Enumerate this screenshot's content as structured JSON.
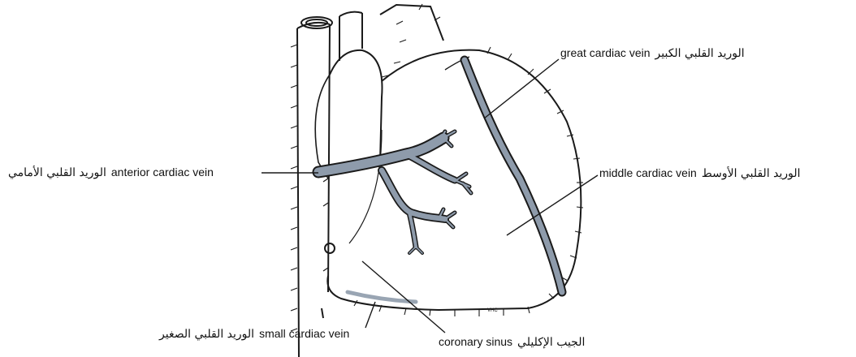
{
  "labels": {
    "great_cardiac_vein": {
      "en": "great cardiac vein",
      "ar": "الوريد القلبي الكبير"
    },
    "anterior_cardiac_vein": {
      "en": "anterior cardiac vein",
      "ar": "الوريد القلبي الأمامي"
    },
    "middle_cardiac_vein": {
      "en": "middle cardiac vein",
      "ar": "الوريد القلبي الأوسط"
    },
    "small_cardiac_vein": {
      "en": "small cardiac vein",
      "ar": "الوريد القلبي الصغير"
    },
    "coronary_sinus": {
      "en": "coronary sinus",
      "ar": "الجيب الإكليلي"
    }
  },
  "signature": "VHC",
  "colors": {
    "vein_fill": "#8e9bab",
    "line": "#1a1a1a"
  }
}
